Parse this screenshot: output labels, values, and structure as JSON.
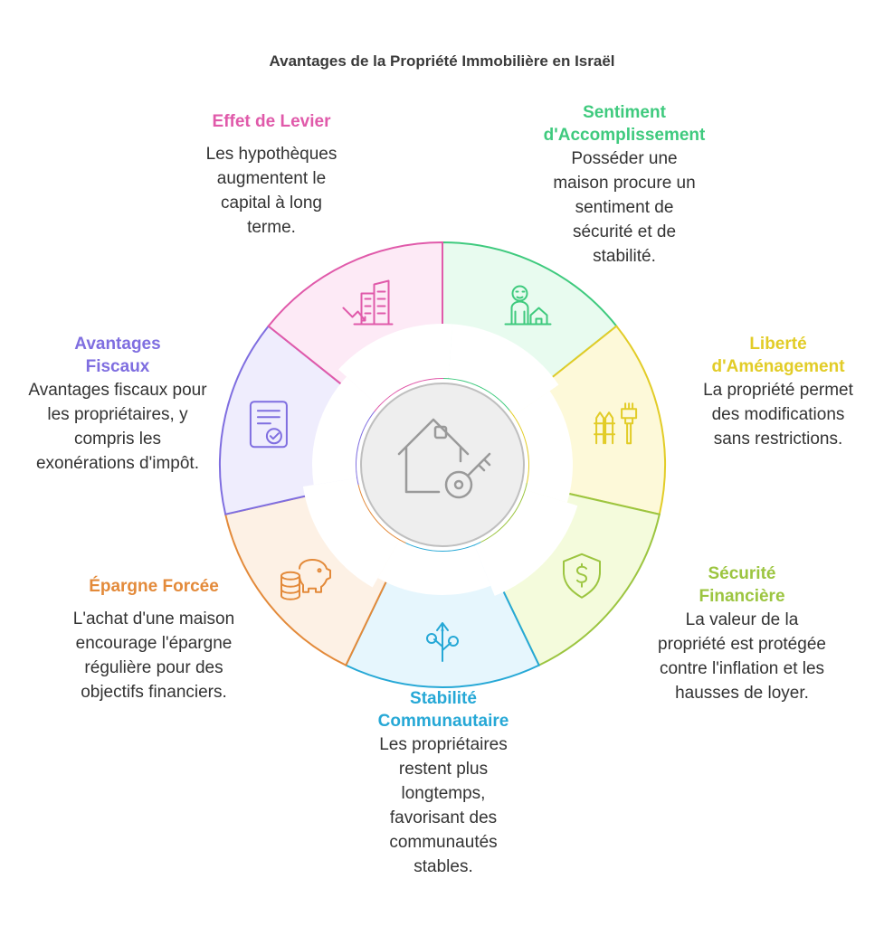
{
  "title": "Avantages de la Propriété Immobilière en Israël",
  "center_icon": "house-key-icon",
  "segments": [
    {
      "id": "sentiment",
      "heading": "Sentiment d'Accomplissement",
      "description": "Posséder une maison procure un sentiment de sécurité et de stabilité.",
      "color": "#3fca7e",
      "fill": "#e8fbef",
      "icon": "person-house-icon"
    },
    {
      "id": "liberte",
      "heading": "Liberté d'Aménagement",
      "description": "La propriété permet des modifications sans restrictions.",
      "color": "#e2cc27",
      "fill": "#fdf9d9",
      "icon": "fence-brush-icon"
    },
    {
      "id": "securite",
      "heading": "Sécurité Financière",
      "description": "La valeur de la propriété est protégée contre l'inflation et les hausses de loyer.",
      "color": "#9cc540",
      "fill": "#f4fbdc",
      "icon": "dollar-shield-icon"
    },
    {
      "id": "stabilite",
      "heading": "Stabilité Communautaire",
      "description": "Les propriétaires restent plus longtemps, favorisant des communautés stables.",
      "color": "#26a8d6",
      "fill": "#e6f6fd",
      "icon": "growth-network-icon"
    },
    {
      "id": "epargne",
      "heading": "Épargne Forcée",
      "description": "L'achat d'une maison encourage l'épargne régulière pour des objectifs financiers.",
      "color": "#e38a3a",
      "fill": "#fdf1e5",
      "icon": "piggy-bank-coins-icon"
    },
    {
      "id": "fiscaux",
      "heading": "Avantages Fiscaux",
      "description": "Avantages fiscaux pour les propriétaires, y compris les exonérations d'impôt.",
      "color": "#7f6ee0",
      "fill": "#efedfd",
      "icon": "certificate-icon"
    },
    {
      "id": "levier",
      "heading": "Effet de Levier",
      "description": "Les hypothèques augmentent le capital à long terme.",
      "color": "#e05aaa",
      "fill": "#fdeaf6",
      "icon": "buildings-arrow-icon"
    }
  ]
}
